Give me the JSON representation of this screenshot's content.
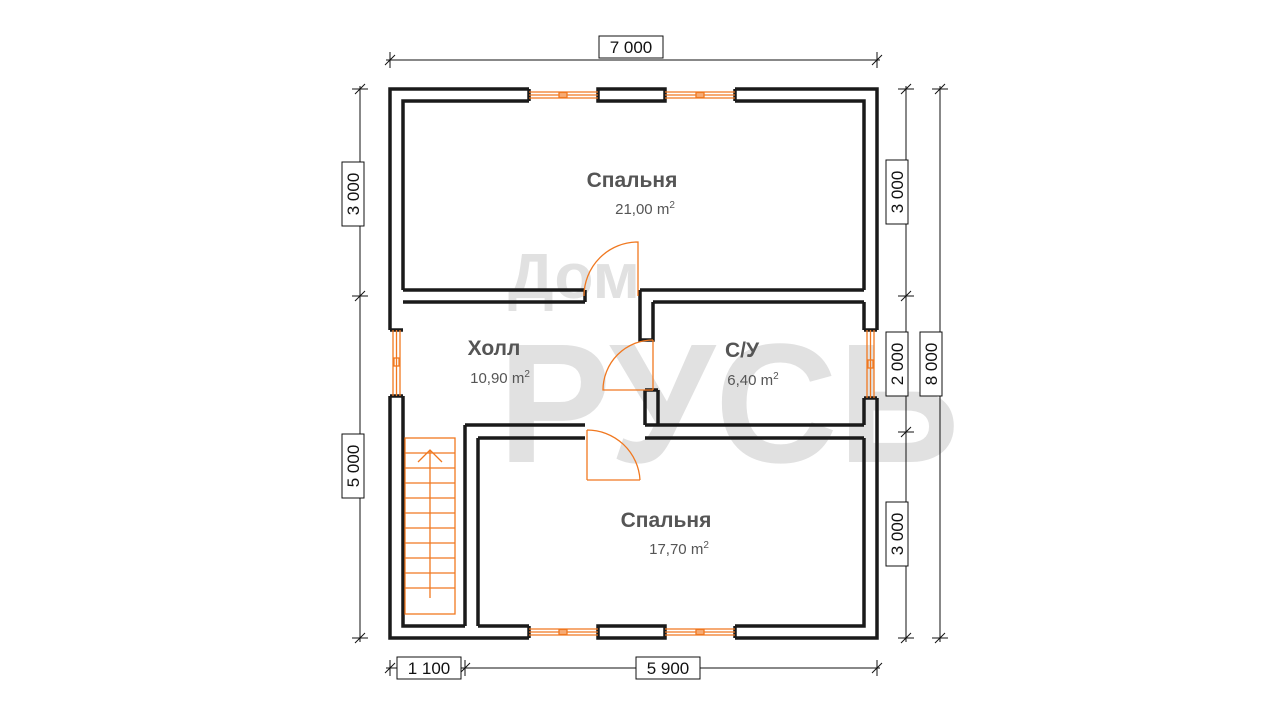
{
  "rooms": [
    {
      "name": "Спальня",
      "area": "21,00",
      "unit": "m",
      "sup": "2"
    },
    {
      "name": "Холл",
      "area": "10,90",
      "unit": "m",
      "sup": "2"
    },
    {
      "name": "С/У",
      "area": "6,40",
      "unit": "m",
      "sup": "2"
    },
    {
      "name": "Спальня",
      "area": "17,70",
      "unit": "m",
      "sup": "2"
    }
  ],
  "dimensions": {
    "top_total": "7 000",
    "left_upper": "3 000",
    "left_lower": "5 000",
    "right_top": "3 000",
    "right_middle": "2 000",
    "right_bottom": "3 000",
    "right_total": "8 000",
    "bottom_left": "1 100",
    "bottom_right": "5 900"
  },
  "watermark": {
    "line1": "Дом",
    "line2": "РУСЬ"
  },
  "colors": {
    "wall": "#1a1a1a",
    "accent": "#f07820",
    "watermark": "#dedede"
  }
}
